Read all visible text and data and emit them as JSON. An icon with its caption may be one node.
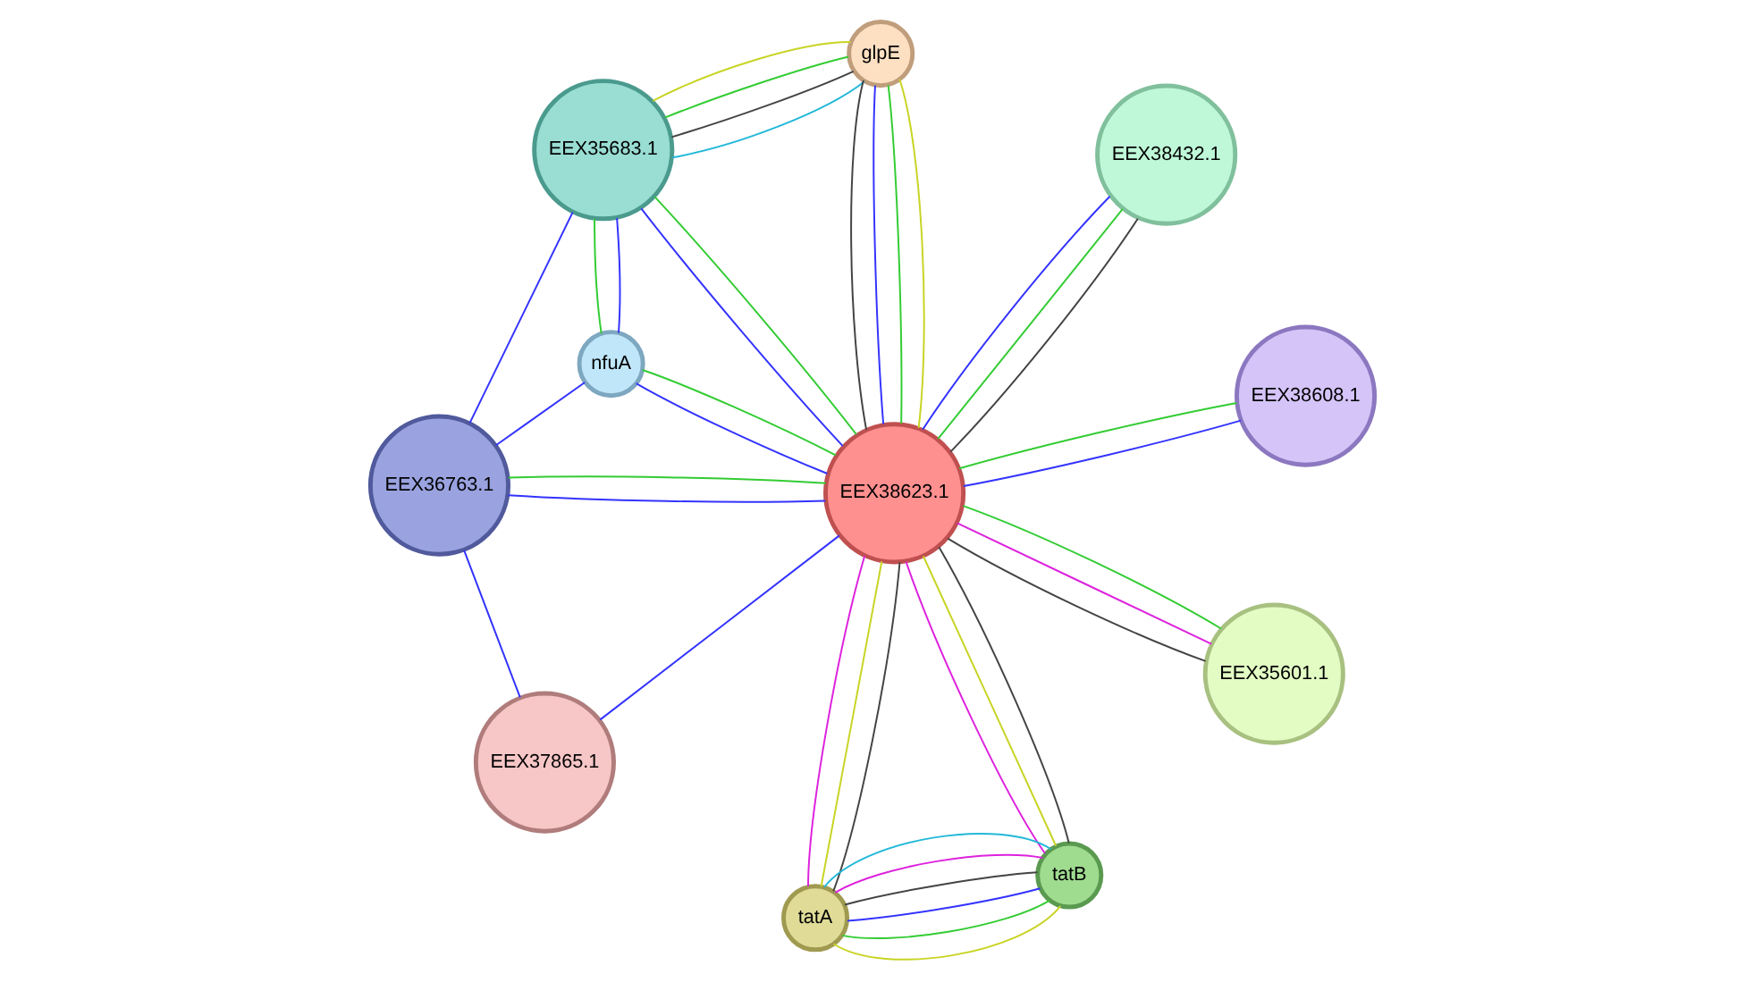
{
  "diagram": {
    "nodes": [
      {
        "text": [
          "EEX37865.1"
        ]
      },
      {
        "text": [
          "EEX36763.1"
        ]
      },
      {
        "text": [
          "nfuA"
        ]
      },
      {
        "text": [
          "EEX35683.1"
        ]
      },
      {
        "text": [
          "EEX38432.1"
        ]
      },
      {
        "text": [
          "glpE"
        ]
      },
      {
        "text": [
          "EEX38623.1"
        ]
      },
      {
        "text": [
          "EEX38608.1"
        ]
      },
      {
        "text": [
          "EEX35601.1"
        ]
      },
      {
        "text": [
          "tatB"
        ]
      },
      {
        "text": [
          "tatA"
        ]
      }
    ],
    "edges": [
      {
        "from": 0,
        "to": 1,
        "arrow": "none"
      },
      {
        "from": 0,
        "to": 6,
        "arrow": "none"
      },
      {
        "from": 1,
        "to": 2,
        "arrow": "none"
      },
      {
        "from": 1,
        "to": 3,
        "arrow": "none"
      },
      {
        "from": 1,
        "to": 6,
        "arrow": "none",
        "color": "#33cc33"
      },
      {
        "from": 1,
        "to": 6,
        "arrow": "none"
      },
      {
        "from": 2,
        "to": 3,
        "arrow": "none",
        "color": "#33cc33"
      },
      {
        "from": 2,
        "to": 3,
        "arrow": "none"
      },
      {
        "from": 2,
        "to": 6,
        "arrow": "none",
        "color": "#33cc33"
      },
      {
        "from": 2,
        "to": 6,
        "arrow": "none"
      },
      {
        "from": 3,
        "to": 6,
        "arrow": "none",
        "color": "#33cc33"
      },
      {
        "from": 3,
        "to": 6,
        "arrow": "none"
      },
      {
        "from": 3,
        "to": 5,
        "arrow": "none",
        "color": "#c8d424"
      },
      {
        "from": 3,
        "to": 5,
        "arrow": "none",
        "color": "#22b8d8"
      },
      {
        "from": 3,
        "to": 5,
        "arrow": "none",
        "color": "#444444"
      },
      {
        "from": 3,
        "to": 5,
        "arrow": "none",
        "color": "#33cc33"
      },
      {
        "from": 4,
        "to": 6,
        "arrow": "none",
        "color": "#444444"
      },
      {
        "from": 4,
        "to": 6,
        "arrow": "none"
      },
      {
        "from": 4,
        "to": 6,
        "arrow": "none",
        "color": "#33cc33"
      },
      {
        "from": 5,
        "to": 6,
        "arrow": "none",
        "color": "#c8d424"
      },
      {
        "from": 5,
        "to": 6,
        "arrow": "none",
        "color": "#444444"
      },
      {
        "from": 5,
        "to": 6,
        "arrow": "none"
      },
      {
        "from": 5,
        "to": 6,
        "arrow": "none",
        "color": "#33cc33"
      },
      {
        "from": 6,
        "to": 7,
        "arrow": "none",
        "color": "#33cc33"
      },
      {
        "from": 6,
        "to": 7,
        "arrow": "none"
      },
      {
        "from": 6,
        "to": 8,
        "arrow": "none",
        "color": "#33cc33"
      },
      {
        "from": 6,
        "to": 8,
        "arrow": "none",
        "color": "#444444"
      },
      {
        "from": 6,
        "to": 8,
        "arrow": "none",
        "color": "#dd22dd"
      },
      {
        "from": 6,
        "to": 9,
        "arrow": "none",
        "color": "#444444"
      },
      {
        "from": 6,
        "to": 9,
        "arrow": "none",
        "color": "#dd22dd"
      },
      {
        "from": 6,
        "to": 9,
        "arrow": "none",
        "color": "#c8d424"
      },
      {
        "from": 6,
        "to": 10,
        "arrow": "none",
        "color": "#444444"
      },
      {
        "from": 6,
        "to": 10,
        "arrow": "none",
        "color": "#dd22dd"
      },
      {
        "from": 6,
        "to": 10,
        "arrow": "none",
        "color": "#c8d424"
      },
      {
        "from": 9,
        "to": 10,
        "arrow": "none",
        "color": "#c8d424"
      },
      {
        "from": 9,
        "to": 10,
        "arrow": "none",
        "color": "#22b8d8"
      },
      {
        "from": 9,
        "to": 10,
        "arrow": "none",
        "color": "#dd22dd"
      },
      {
        "from": 9,
        "to": 10,
        "arrow": "none",
        "color": "#444444"
      },
      {
        "from": 9,
        "to": 10,
        "arrow": "none"
      },
      {
        "from": 9,
        "to": 10,
        "arrow": "none",
        "color": "#33cc33"
      }
    ]
  }
}
